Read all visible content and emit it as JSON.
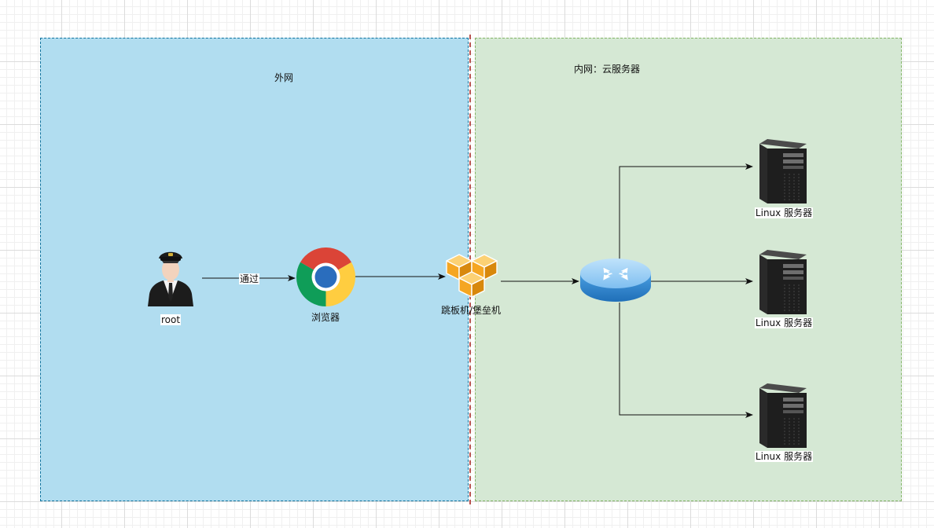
{
  "zones": {
    "outer": {
      "title": "外网"
    },
    "inner": {
      "title": "内网：云服务器"
    }
  },
  "nodes": {
    "user": {
      "label": "root",
      "icon": "pilot-person-icon"
    },
    "browser": {
      "label": "浏览器",
      "icon": "chrome-icon"
    },
    "jump_host": {
      "label": "跳板机/堡垒机",
      "icon": "aws-cubes-icon"
    },
    "router": {
      "label": "",
      "icon": "router-icon"
    },
    "servers": [
      {
        "label": "Linux 服务器",
        "icon": "server-tower-icon"
      },
      {
        "label": "Linux 服务器",
        "icon": "server-tower-icon"
      },
      {
        "label": "Linux 服务器",
        "icon": "server-tower-icon"
      }
    ]
  },
  "edges": [
    {
      "from": "user",
      "to": "browser",
      "label": "通过"
    },
    {
      "from": "browser",
      "to": "jump_host",
      "label": ""
    },
    {
      "from": "jump_host",
      "to": "router",
      "label": ""
    },
    {
      "from": "router",
      "to": "servers.0",
      "label": ""
    },
    {
      "from": "router",
      "to": "servers.1",
      "label": ""
    },
    {
      "from": "router",
      "to": "servers.2",
      "label": ""
    }
  ],
  "colors": {
    "outer_fill": "#b1ddf0",
    "outer_border": "#10739e",
    "inner_fill": "#d5e8d4",
    "inner_border": "#82b366",
    "divider": "#b85450",
    "aws_orange": "#f5a623"
  }
}
